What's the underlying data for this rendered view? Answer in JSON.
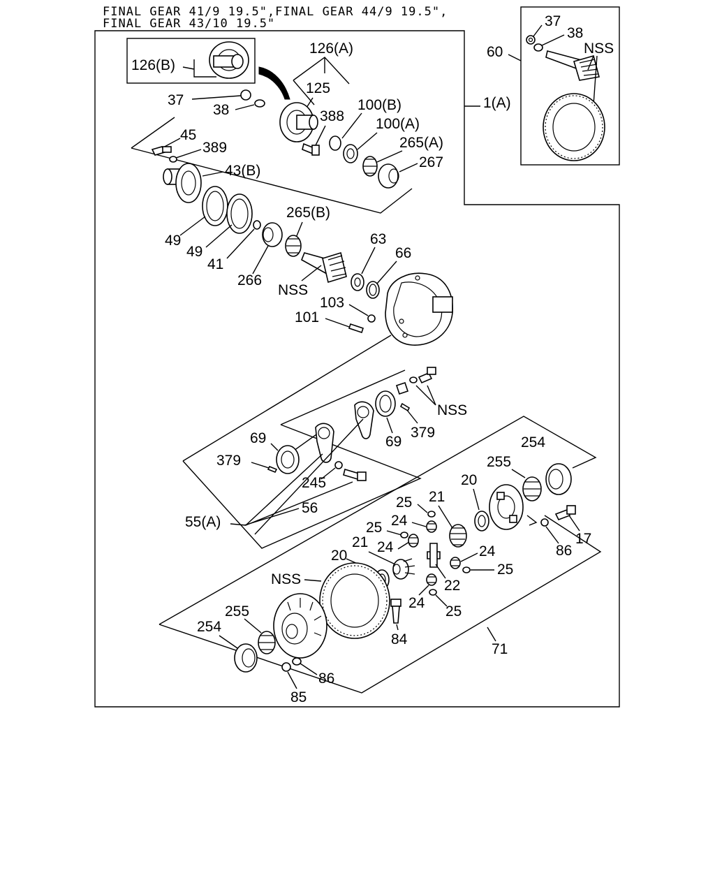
{
  "header": {
    "line1": "FINAL GEAR 41/9 19.5\",FINAL GEAR 44/9 19.5\",",
    "line2": "FINAL GEAR 43/10 19.5\""
  },
  "labels": {
    "p126b": "126(B)",
    "p126a": "126(A)",
    "p125": "125",
    "p37": "37",
    "p38": "38",
    "p388": "388",
    "p100b": "100(B)",
    "p100a": "100(A)",
    "p265a": "265(A)",
    "p267": "267",
    "p1a": "1(A)",
    "p60": "60",
    "inset37": "37",
    "inset38": "38",
    "insetNss": "NSS",
    "p45": "45",
    "p389": "389",
    "p43b": "43(B)",
    "p49a": "49",
    "p49b": "49",
    "p41": "41",
    "p266": "266",
    "p265b": "265(B)",
    "pinionNss": "NSS",
    "p63": "63",
    "p66": "66",
    "p103": "103",
    "p101": "101",
    "capNss": "NSS",
    "p69a": "69",
    "p69b": "69",
    "p379a": "379",
    "p379b": "379",
    "p245": "245",
    "p56": "56",
    "p55a": "55(A)",
    "p254a": "254",
    "p255a": "255",
    "p20a": "20",
    "p21a": "21",
    "p25a": "25",
    "p24a": "24",
    "p25b": "25",
    "p24b": "24",
    "p17": "17",
    "p86a": "86",
    "p24c": "24",
    "p25c": "25",
    "p20b": "20",
    "p21b": "21",
    "p22": "22",
    "p24d": "24",
    "p25d": "25",
    "ringNss": "NSS",
    "p84": "84",
    "p71": "71",
    "p255b": "255",
    "p254b": "254",
    "p86b": "86",
    "p85": "85"
  }
}
